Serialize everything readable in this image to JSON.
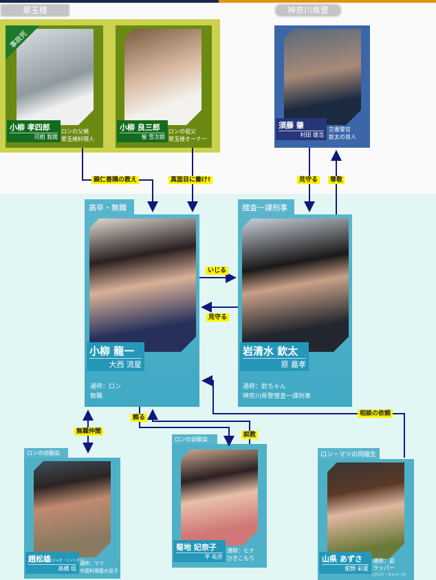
{
  "groups": {
    "suigyokuro": "翠玉楼",
    "kanagawa_police": "神奈川県警"
  },
  "characters": {
    "koshiro": {
      "name": "小柳 孝四郎",
      "actor": "河相 我聞",
      "desc": [
        "ロンの父親",
        "翠玉楼料理人"
      ],
      "badge": "事故死"
    },
    "ryozaburo": {
      "name": "小柳 良三郎",
      "actor": "螢 雪次朗",
      "desc": [
        "ロンの祖父",
        "翠玉楼オーナー"
      ]
    },
    "sudo": {
      "name": "須藤 肇",
      "actor": "村田 雄浩",
      "desc": [
        "交番警官",
        "欽太の恩人"
      ]
    },
    "ron": {
      "tag": "高卒・無職",
      "name": "小柳 龍一",
      "actor": "大西 流星",
      "desc": [
        "通称：ロン",
        "無職"
      ]
    },
    "kinta": {
      "tag": "捜査一課刑事",
      "name": "岩清水 欽太",
      "actor": "原 嘉孝",
      "desc": [
        "通称：欽ちゃん",
        "神奈川県警捜査一課刑事"
      ]
    },
    "matsu": {
      "tag": "ロンの幼馴染",
      "name": "趙松雄",
      "reading": "(ジャオ・ソンシオン)",
      "actor": "高橋 侃",
      "desc": [
        "通称：マツ",
        "中国料理屋の息子"
      ]
    },
    "hina": {
      "tag": "ロンの幼馴染",
      "name": "菊地 妃奈子",
      "actor": "平 祐奈",
      "desc": [
        "通称：ヒナ",
        "ひきこもり"
      ]
    },
    "azusa": {
      "tag": "ロン・マツの同級生",
      "name": "山県 あずさ",
      "actor": "紺野 彩夏",
      "desc": [
        "通称：凪",
        "ラッパー",
        "(グッド・ネイバーズ)"
      ]
    }
  },
  "relations": {
    "teaching": "親仁善隣の教え",
    "work_hard": "真面目に働け!",
    "watch_over_kinta": "見守る",
    "respect": "尊敬",
    "tease": "いじる",
    "watch_over_ron": "見守る",
    "jobless_friends": "無職仲間",
    "rely": "頼る",
    "lecture": "説教",
    "consult": "相談の依頼"
  },
  "colors": {
    "line": "#10187a",
    "label": "#fff200",
    "teal": "#3fa9c4",
    "green": "#6b8a12",
    "blue": "#3b66a8"
  }
}
